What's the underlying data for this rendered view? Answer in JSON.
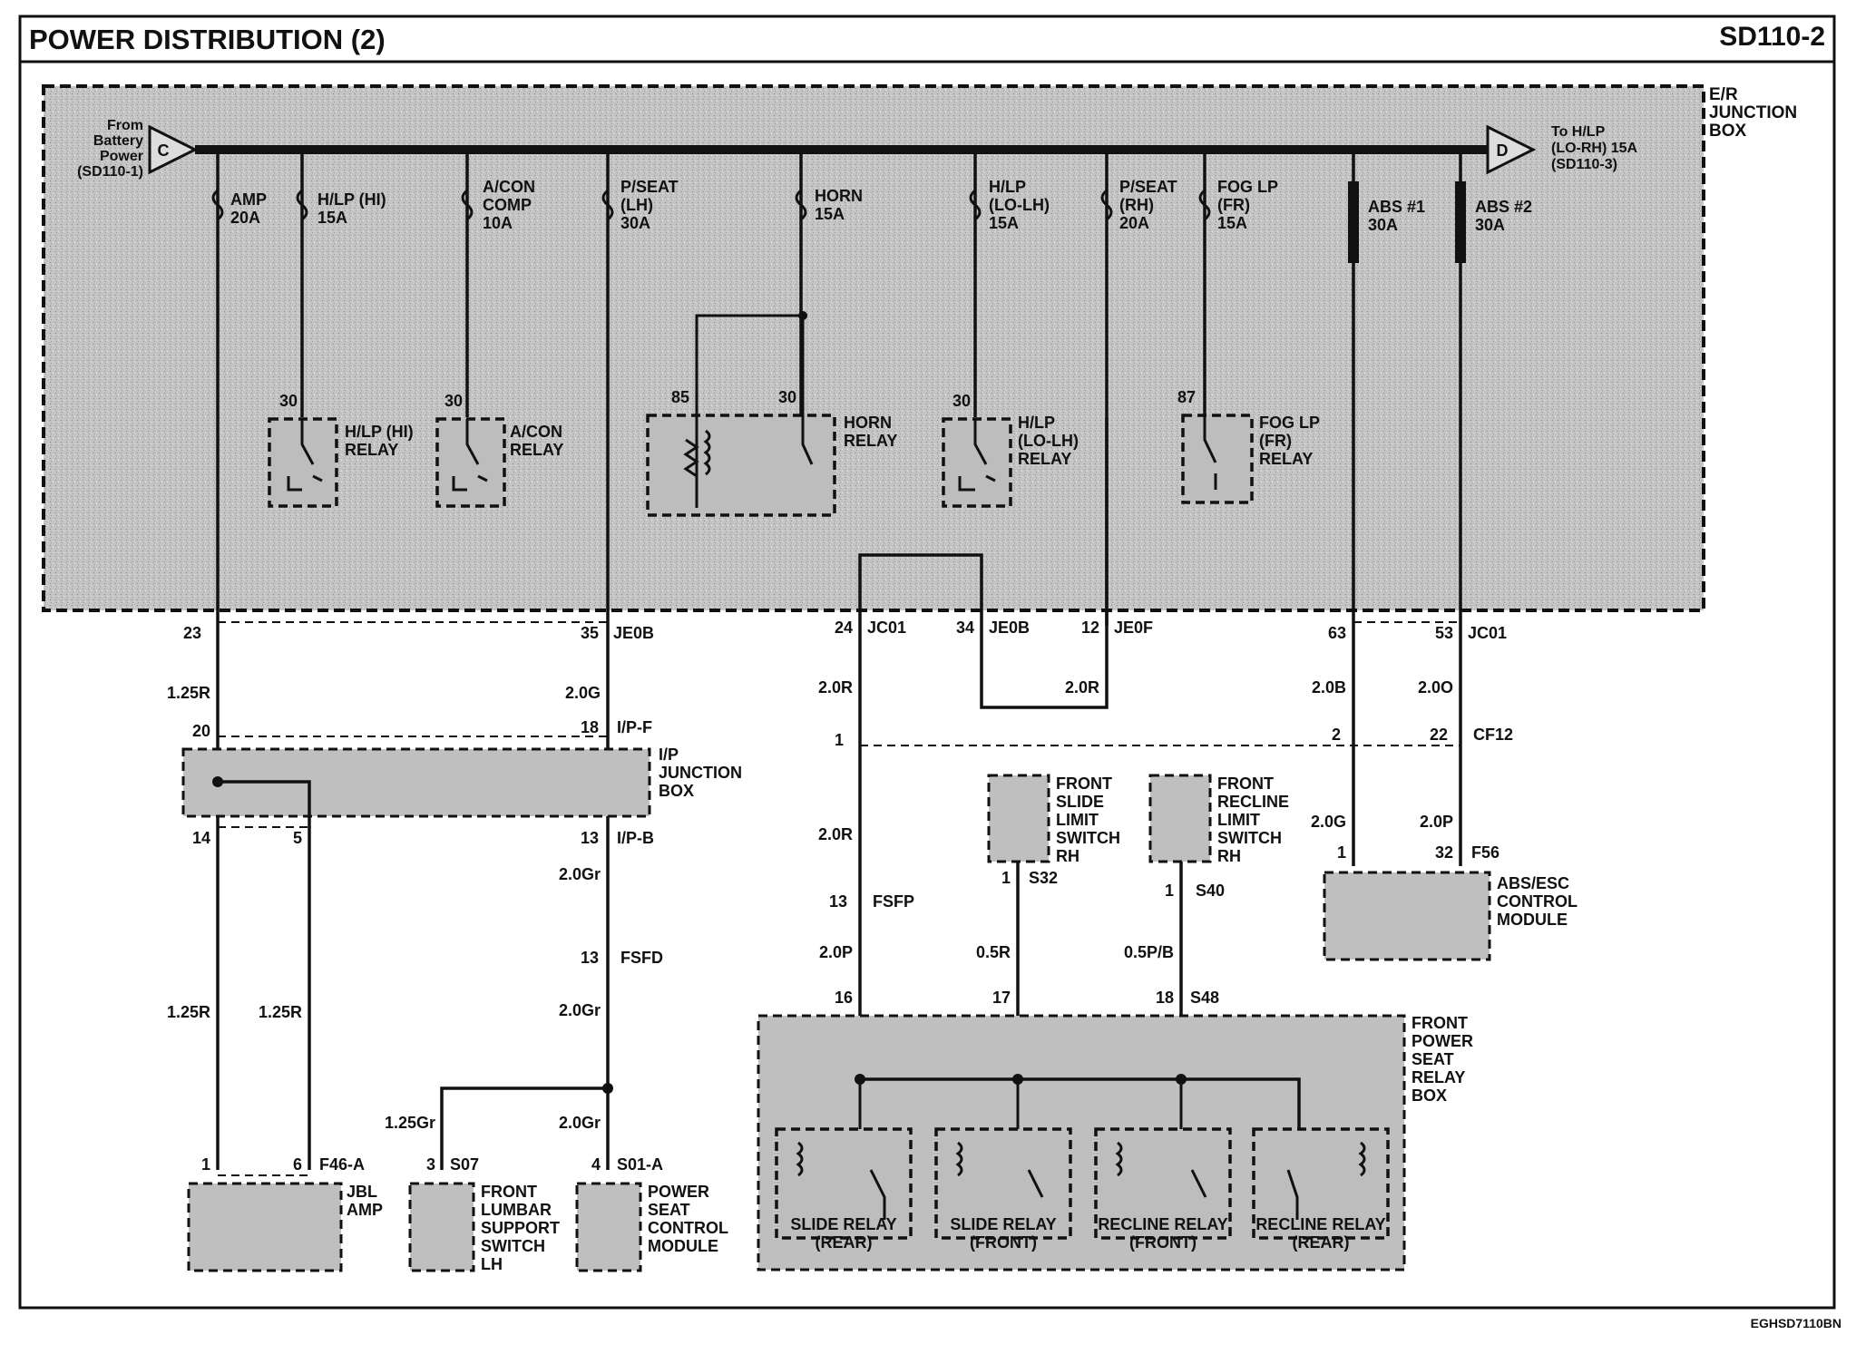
{
  "header": {
    "title": "POWER DISTRIBUTION (2)",
    "code": "SD110-2"
  },
  "footer": {
    "code": "EGHSD7110BN"
  },
  "er_box": {
    "line1": "E/R",
    "line2": "JUNCTION",
    "line3": "BOX"
  },
  "bus": {
    "from": [
      "From",
      "Battery",
      "Power",
      "(SD110-1)"
    ],
    "from_conn": "C",
    "to": [
      "To H/LP",
      "(LO-RH) 15A",
      "(SD110-3)"
    ],
    "to_conn": "D"
  },
  "fuses": [
    {
      "name": "AMP",
      "rating": "20A"
    },
    {
      "name": "H/LP (HI)",
      "rating": "15A"
    },
    {
      "name": "A/CON",
      "name2": "COMP",
      "rating": "10A"
    },
    {
      "name": "P/SEAT",
      "name2": "(LH)",
      "rating": "30A"
    },
    {
      "name": "HORN",
      "rating": "15A"
    },
    {
      "name": "H/LP",
      "name2": "(LO-LH)",
      "rating": "15A"
    },
    {
      "name": "P/SEAT",
      "name2": "(RH)",
      "rating": "20A"
    },
    {
      "name": "FOG LP",
      "name2": "(FR)",
      "rating": "15A"
    },
    {
      "name": "ABS #1",
      "rating": "30A"
    },
    {
      "name": "ABS #2",
      "rating": "30A"
    }
  ],
  "relays": [
    {
      "pin": "30",
      "l1": "H/LP (HI)",
      "l2": "RELAY"
    },
    {
      "pin": "30",
      "l1": "A/CON",
      "l2": "RELAY"
    },
    {
      "pin": "85",
      "pin2": "30",
      "l1": "HORN",
      "l2": "RELAY"
    },
    {
      "pin": "30",
      "l1": "H/LP",
      "l2": "(LO-LH)",
      "l3": "RELAY"
    },
    {
      "pin": "87",
      "l1": "FOG LP",
      "l2": "(FR)",
      "l3": "RELAY"
    }
  ],
  "er_pins": {
    "p23": "23",
    "p35": "35",
    "je0b_a": "JE0B",
    "p24": "24",
    "jc01_a": "JC01",
    "p34": "34",
    "je0b_b": "JE0B",
    "p12": "12",
    "je0f": "JE0F",
    "p63": "63",
    "p53": "53",
    "jc01_b": "JC01"
  },
  "wires": {
    "w1": "1.25R",
    "w2": "2.0G",
    "w3": "2.0R",
    "w4": "2.0R",
    "w5": "2.0B",
    "w6": "2.0O",
    "w7": "2.0R",
    "w8": "2.0P",
    "w9": "2.0G",
    "w10": "2.0P",
    "w11": "2.0Gr",
    "w12": "2.0Gr",
    "w13": "1.25R",
    "w14": "1.25R",
    "w15": "1.25Gr",
    "w16": "2.0Gr",
    "w17": "0.5R",
    "w18": "0.5P/B"
  },
  "ip_box": {
    "p20": "20",
    "p18": "18",
    "ipf": "I/P-F",
    "l1": "I/P",
    "l2": "JUNCTION",
    "l3": "BOX",
    "p14": "14",
    "p5": "5",
    "p13": "13",
    "ipb": "I/P-B"
  },
  "cf12": {
    "p1": "1",
    "p2": "2",
    "p22": "22",
    "name": "CF12"
  },
  "conns": {
    "fsfd_pin": "13",
    "fsfd": "FSFD",
    "fsfp_pin": "13",
    "fsfp": "FSFP",
    "s32_pin": "1",
    "s32": "S32",
    "s40_pin": "1",
    "s40": "S40",
    "f56_p1": "1",
    "f56_p32": "32",
    "f56": "F56",
    "s48_16": "16",
    "s48_17": "17",
    "s48_18": "18",
    "s48": "S48",
    "f46_p1": "1",
    "f46_p6": "6",
    "f46": "F46-A",
    "s07_pin": "3",
    "s07": "S07",
    "s01_pin": "4",
    "s01": "S01-A"
  },
  "components": {
    "slide_sw": [
      "FRONT",
      "SLIDE",
      "LIMIT",
      "SWITCH",
      "RH"
    ],
    "recline_sw": [
      "FRONT",
      "RECLINE",
      "LIMIT",
      "SWITCH",
      "RH"
    ],
    "abs": [
      "ABS/ESC",
      "CONTROL",
      "MODULE"
    ],
    "seat_box": [
      "FRONT",
      "POWER",
      "SEAT",
      "RELAY",
      "BOX"
    ],
    "jbl": [
      "JBL",
      "AMP"
    ],
    "lumbar": [
      "FRONT",
      "LUMBAR",
      "SUPPORT",
      "SWITCH",
      "LH"
    ],
    "psm": [
      "POWER",
      "SEAT",
      "CONTROL",
      "MODULE"
    ]
  },
  "seat_relays": [
    {
      "l1": "SLIDE RELAY",
      "l2": "(REAR)"
    },
    {
      "l1": "SLIDE RELAY",
      "l2": "(FRONT)"
    },
    {
      "l1": "RECLINE RELAY",
      "l2": "(FRONT)"
    },
    {
      "l1": "RECLINE RELAY",
      "l2": "(REAR)"
    }
  ]
}
